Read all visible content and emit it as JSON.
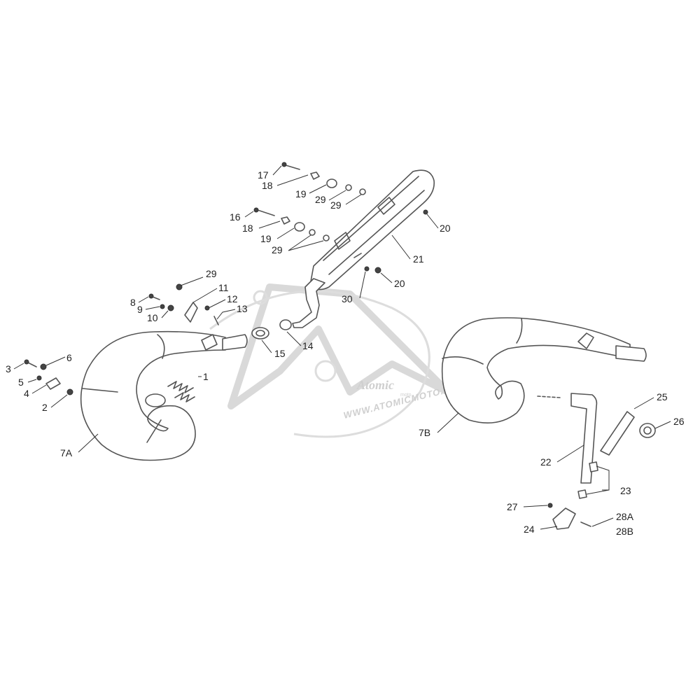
{
  "watermark": {
    "logo": "Atomic",
    "sub": "moto",
    "url": "WWW.ATOMICMOTO.FR"
  },
  "callouts": {
    "c1": "1",
    "c2": "2",
    "c3": "3",
    "c4": "4",
    "c5": "5",
    "c6": "6",
    "c7A": "7A",
    "c7B": "7B",
    "c8": "8",
    "c9": "9",
    "c10": "10",
    "c11": "11",
    "c12": "12",
    "c13": "13",
    "c14": "14",
    "c15": "15",
    "c16": "16",
    "c17": "17",
    "c18a": "18",
    "c18b": "18",
    "c19a": "19",
    "c19b": "19",
    "c20a": "20",
    "c20b": "20",
    "c21": "21",
    "c22": "22",
    "c23": "23",
    "c24": "24",
    "c25": "25",
    "c26": "26",
    "c27": "27",
    "c28A": "28A",
    "c28B": "28B",
    "c29a": "29",
    "c29b": "29",
    "c29c": "29",
    "c29d": "29",
    "c30": "30"
  },
  "colors": {
    "line": "#555555",
    "text": "#222222",
    "watermark": "#d9d9d9"
  }
}
